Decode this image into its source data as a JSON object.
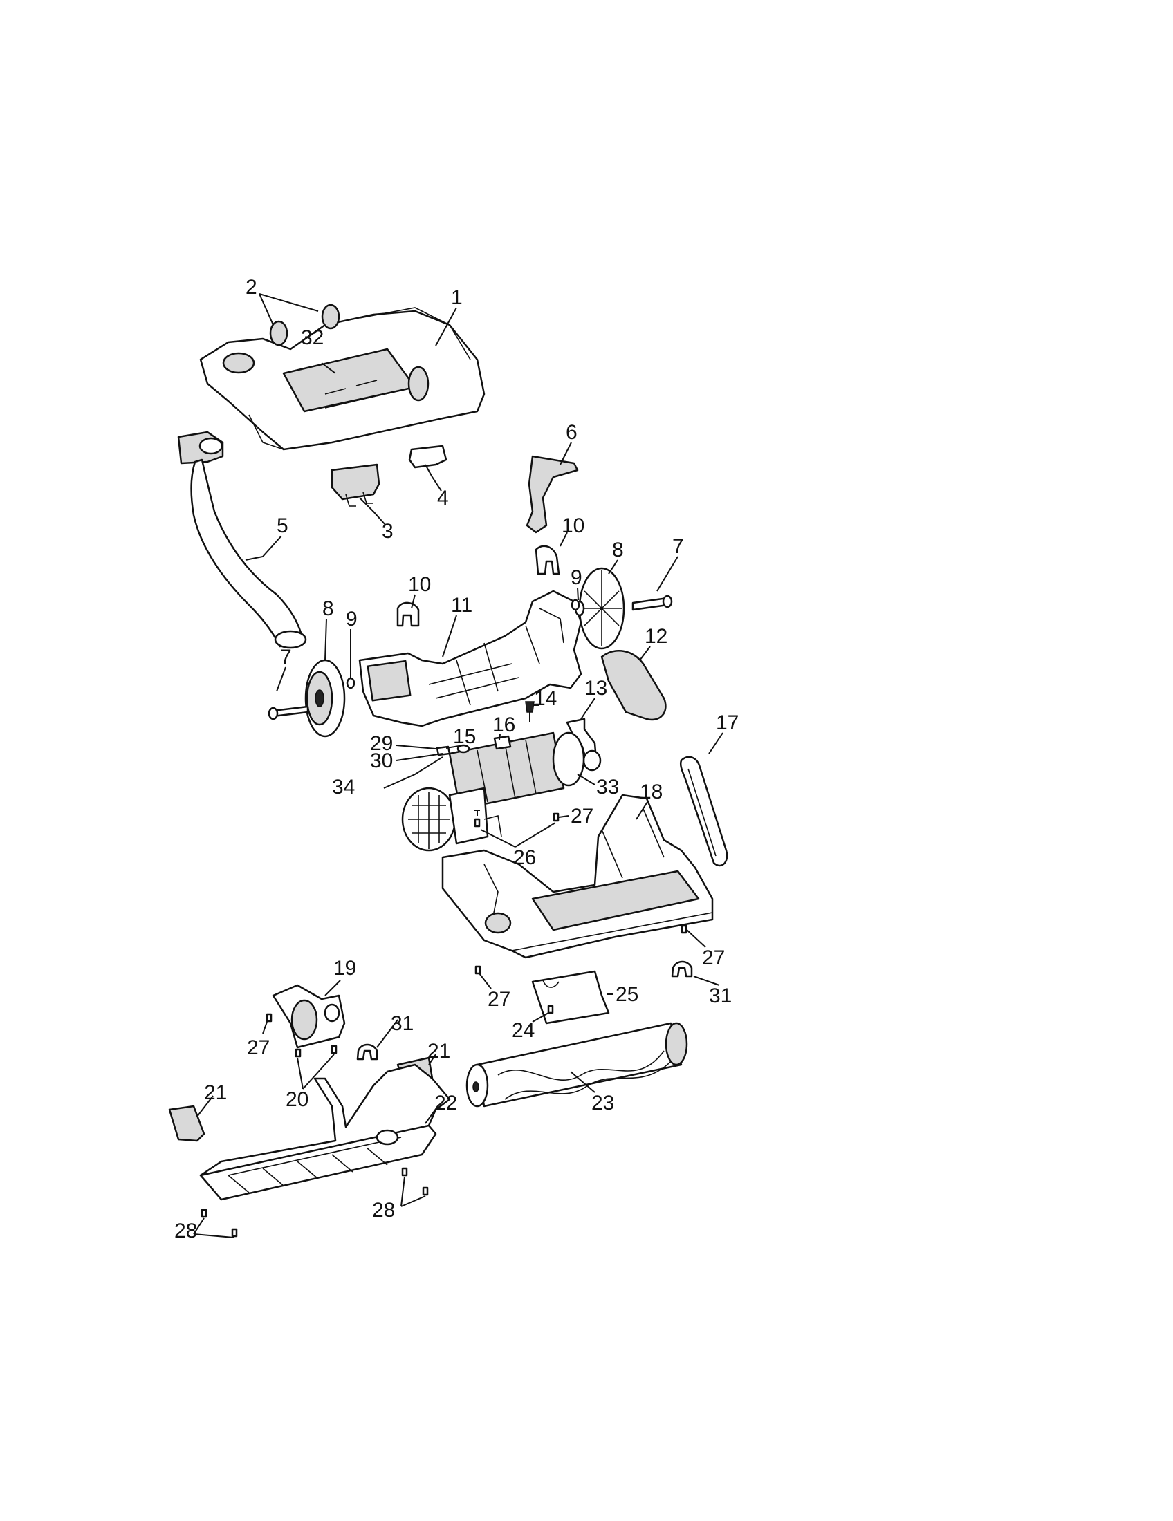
{
  "diagram": {
    "labels": {
      "p1": "1",
      "p2": "2",
      "p3": "3",
      "p4": "4",
      "p5": "5",
      "p6": "6",
      "p7a": "7",
      "p7b": "7",
      "p8a": "8",
      "p8b": "8",
      "p9a": "9",
      "p9b": "9",
      "p10a": "10",
      "p10b": "10",
      "p11": "11",
      "p12": "12",
      "p13": "13",
      "p14": "14",
      "p15": "15",
      "p16": "16",
      "p17": "17",
      "p18": "18",
      "p19": "19",
      "p20": "20",
      "p21a": "21",
      "p21b": "21",
      "p22": "22",
      "p23": "23",
      "p24": "24",
      "p25": "25",
      "p26": "26",
      "p27a": "27",
      "p27b": "27",
      "p27c": "27",
      "p27d": "27",
      "p28a": "28",
      "p28b": "28",
      "p29": "29",
      "p30": "30",
      "p31a": "31",
      "p31b": "31",
      "p32": "32",
      "p33": "33",
      "p34": "34"
    }
  }
}
